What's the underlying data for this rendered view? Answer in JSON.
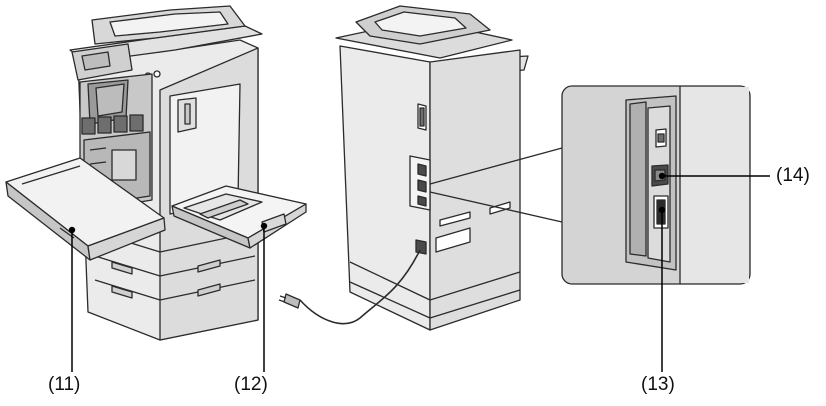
{
  "callouts": {
    "c11": "(11)",
    "c12": "(12)",
    "c13": "(13)",
    "c14": "(14)"
  },
  "colors": {
    "body": "#ebebeb",
    "shade": "#c8c8c8",
    "dark": "#4a4a4a",
    "toner": "#6e6e6e",
    "outline": "#2b2b2b",
    "inset": "#d4d4d4"
  }
}
